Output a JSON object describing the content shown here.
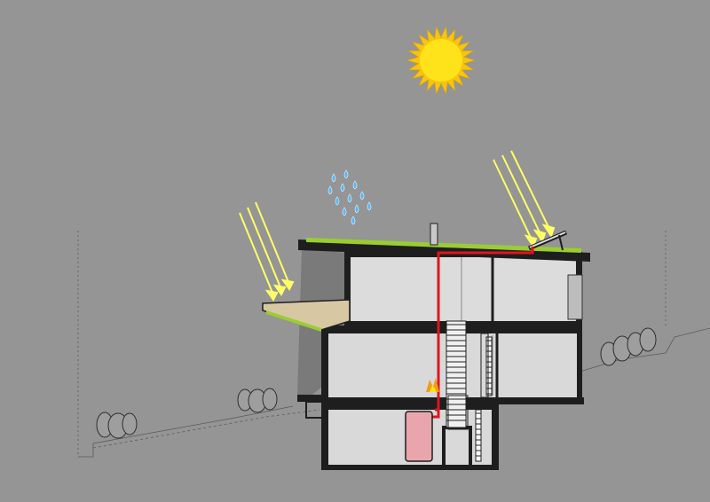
{
  "diagram": {
    "kind": "architectural section",
    "colors": {
      "background": "#959595",
      "sun": "#f7c410",
      "sun_core": "#ffe31a",
      "sun_rays": "#ffff66",
      "rain": "#5ab4ee",
      "green_roof": "#9acd32",
      "heating_pipe": "#e0141e",
      "water_tank": "#e8a6ac",
      "interior": "#d9d9d9",
      "structure": "#1e1e1e"
    },
    "elements": {
      "sun": "sun-icon",
      "rain": "raindrop-icons",
      "left_rays": "sun-rays",
      "right_rays": "sun-rays",
      "green_roof": "green-roof",
      "solar_collector": "solar-panel",
      "chimney": "chimney",
      "heating_loop": "heating-pipe",
      "fireplace": "fire-icon",
      "storage_tank": "water-tank",
      "stair": "staircase",
      "vegetation": "shrub-icons",
      "terrain": "ground-line"
    }
  }
}
